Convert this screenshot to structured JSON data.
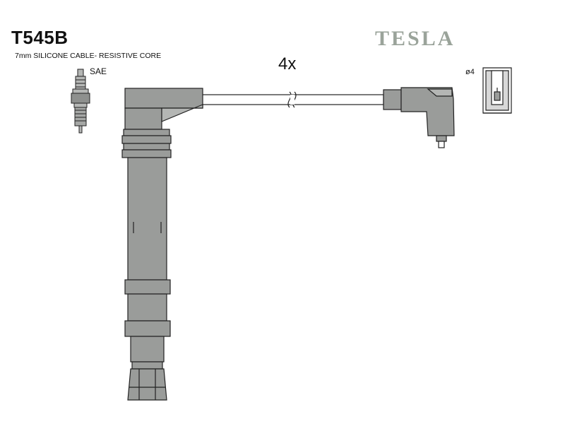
{
  "product": {
    "code": "T545B",
    "spec": "7mm SILICONE CABLE- RESISTIVE CORE",
    "brand": "TESLA"
  },
  "drawing": {
    "quantity_label": "4x",
    "plug_label": "SAE",
    "terminal_label": "ø4"
  },
  "colors": {
    "boot_fill": "#9a9c9a",
    "outline": "#222222",
    "brand_gray": "#9aa39a"
  }
}
